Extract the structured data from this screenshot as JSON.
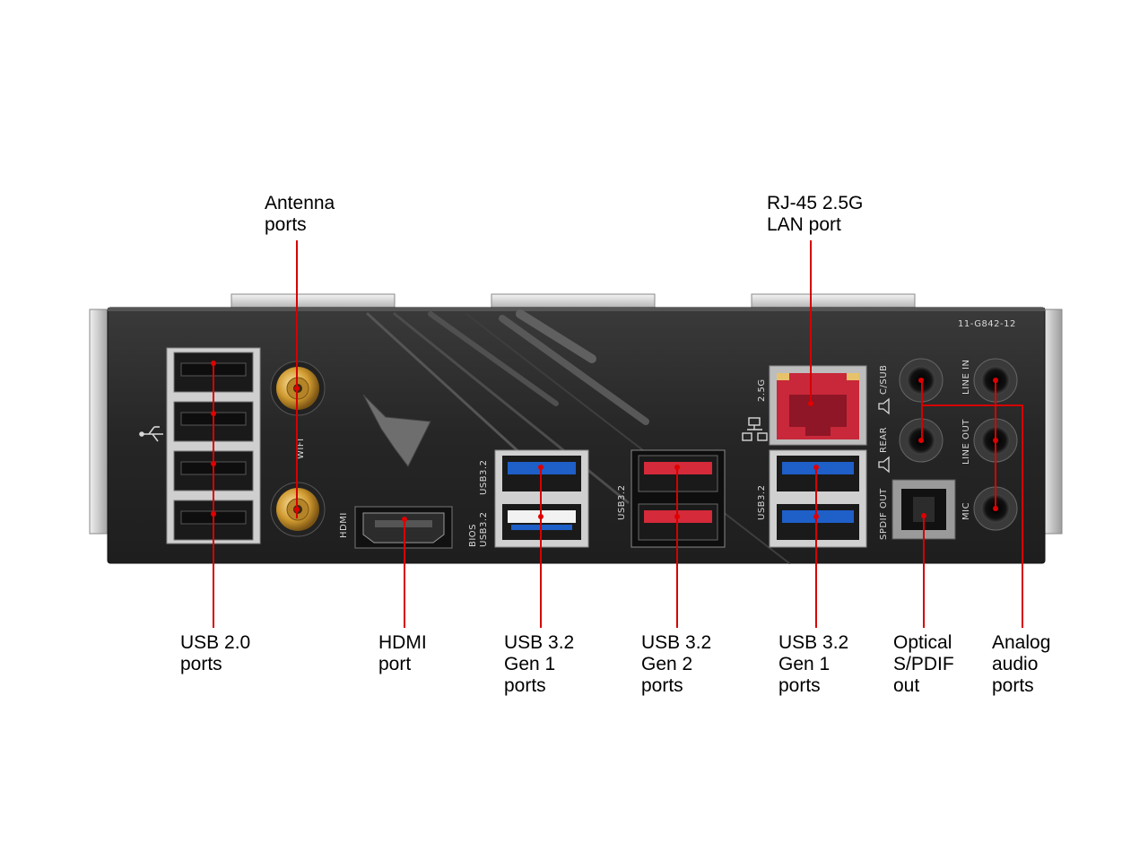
{
  "callouts": {
    "antenna": [
      "Antenna",
      "ports"
    ],
    "rj45": [
      "RJ-45 2.5G",
      "LAN port"
    ],
    "usb20": [
      "USB 2.0",
      "ports"
    ],
    "hdmi": [
      "HDMI",
      "port"
    ],
    "usb32g1_left": [
      "USB 3.2",
      "Gen 1",
      "ports"
    ],
    "usb32g2": [
      "USB 3.2",
      "Gen 2",
      "ports"
    ],
    "usb32g1_right": [
      "USB 3.2",
      "Gen 1",
      "ports"
    ],
    "optical": [
      "Optical",
      "S/PDIF",
      "out"
    ],
    "analog": [
      "Analog",
      "audio",
      "ports"
    ]
  },
  "panel_labels": {
    "part_number": "11-G842-12",
    "wifi": "WIFI",
    "hdmi": "HDMI",
    "bios": "BIOS",
    "usb32_a": "USB3.2",
    "usb32_b": "USB3.2",
    "usb32_c": "USB3.2",
    "usb32_d": "USB3.2",
    "lan": "2.5G",
    "spdif": "SPDIF OUT",
    "rear": "REAR",
    "csub": "C/SUB",
    "line_in": "LINE IN",
    "line_out": "LINE OUT",
    "mic": "MIC"
  },
  "colors": {
    "leader": "#d60000",
    "panel": "#2a2a2a",
    "usb30_blue": "#1f5fc8",
    "usb32_red": "#d42a3a",
    "lan_red": "#c8283a",
    "antenna_gold": "#d2a23c"
  },
  "icons": [
    "usb-icon",
    "network-icon",
    "speaker-icon"
  ]
}
